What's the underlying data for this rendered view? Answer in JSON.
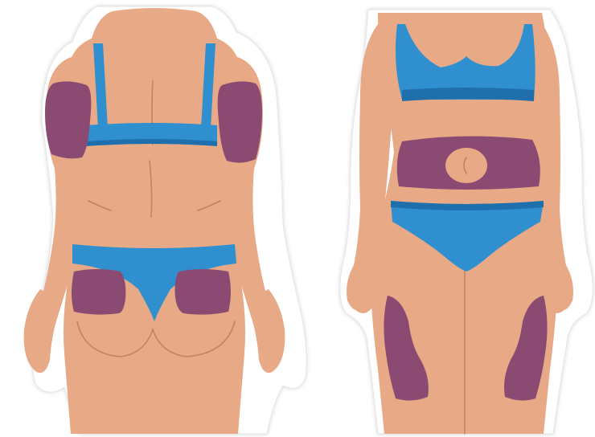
{
  "figure": {
    "views": [
      {
        "view": "back",
        "highlighted_regions": [
          "upper-arm-left",
          "upper-arm-right",
          "buttock-left",
          "buttock-right"
        ]
      },
      {
        "view": "front",
        "highlighted_regions": [
          "abdomen",
          "thigh-left",
          "thigh-right"
        ]
      }
    ]
  },
  "colors": {
    "background": "#ffffff",
    "sticker_outline": "#ffffff",
    "outline_shadow": "#e6e6e6",
    "skin": "#e8a987",
    "skin_shade": "#d48f6c",
    "skin_line": "#b8714f",
    "underwear": "#2f8fcf",
    "underwear_dark": "#1f6fad",
    "highlight": "#8a4a72"
  }
}
